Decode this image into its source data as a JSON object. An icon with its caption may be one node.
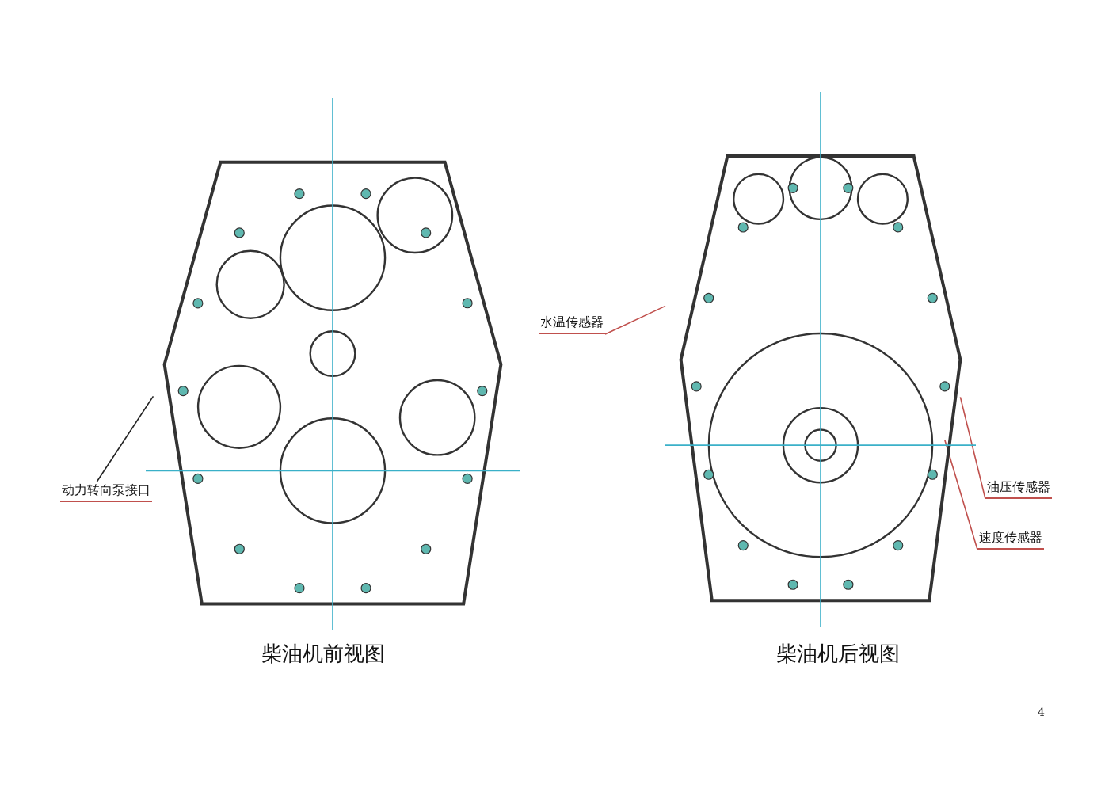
{
  "diagram": {
    "nodes": [
      {
        "text": [],
        "shape": "picture",
        "beside": [
          "柴油机前视图"
        ]
      },
      {
        "text": [],
        "shape": "picture",
        "beside": [
          "柴油机后视图"
        ]
      },
      {
        "text": [
          "动力转向泵接口"
        ]
      },
      {
        "text": [
          "水温传感器"
        ]
      },
      {
        "text": [
          "油压传感器"
        ]
      },
      {
        "text": [
          "速度传感器"
        ]
      }
    ],
    "edges": [
      {
        "from": 2,
        "to": 0,
        "arrow": "none",
        "color": "#222222"
      },
      {
        "from": 3,
        "to": 1,
        "arrow": "none"
      },
      {
        "from": 4,
        "to": 1,
        "arrow": "none"
      },
      {
        "from": 5,
        "to": 1,
        "arrow": "none"
      }
    ],
    "labels": [
      "4"
    ]
  }
}
